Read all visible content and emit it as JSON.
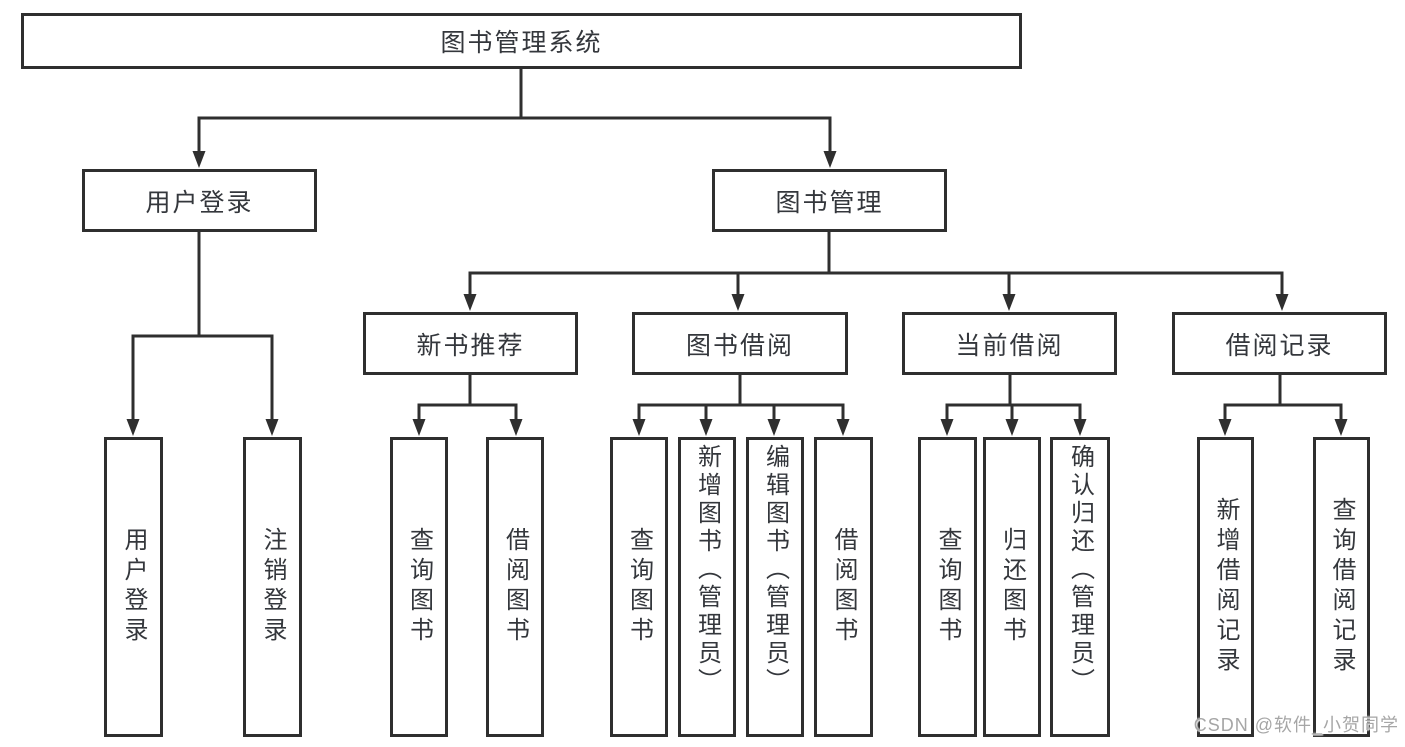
{
  "diagram": {
    "title": "图书管理系统",
    "root": {
      "label": "图书管理系统"
    },
    "branches": [
      {
        "label": "用户登录",
        "children": [
          "用户登录",
          "注销登录"
        ]
      },
      {
        "label": "图书管理"
      }
    ],
    "modules": [
      {
        "label": "新书推荐",
        "children": [
          "查询图书",
          "借阅图书"
        ]
      },
      {
        "label": "图书借阅",
        "children": [
          "查询图书",
          "新增图书（管理员）",
          "编辑图书（管理员）",
          "借阅图书"
        ]
      },
      {
        "label": "当前借阅",
        "children": [
          "查询图书",
          "归还图书",
          "确认归还（管理员）"
        ]
      },
      {
        "label": "借阅记录",
        "children": [
          "新增借阅记录",
          "查询借阅记录"
        ]
      }
    ]
  },
  "watermark": {
    "text": "CSDN @软件_小贺同学",
    "color": "#a6a6a6"
  },
  "colors": {
    "line": "#2f2f2f",
    "text": "#34373c",
    "background": "#ffffff"
  }
}
